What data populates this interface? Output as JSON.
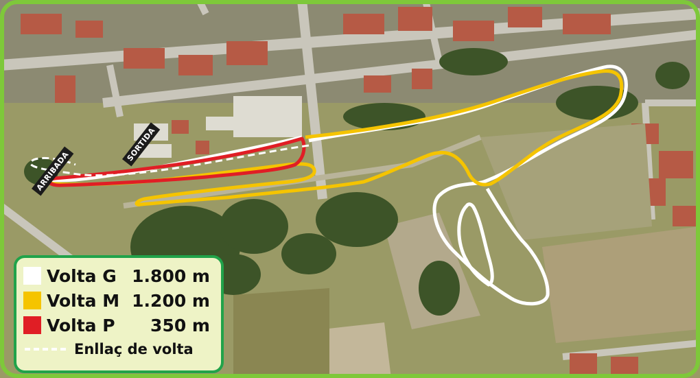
{
  "map": {
    "start_label": "SORTIDA",
    "finish_label": "ARRIBADA"
  },
  "legend": {
    "items": [
      {
        "name": "Volta G",
        "distance": "1.800 m",
        "color": "#ffffff"
      },
      {
        "name": "Volta M",
        "distance": "1.200 m",
        "color": "#f5c400"
      },
      {
        "name": "Volta P",
        "distance": "350 m",
        "color": "#e01e25"
      }
    ],
    "link_label": "Enllaç de volta"
  },
  "colors": {
    "frame": "#7ec83a",
    "legend_border": "#21a34a",
    "legend_bg": "#eef3c6"
  }
}
